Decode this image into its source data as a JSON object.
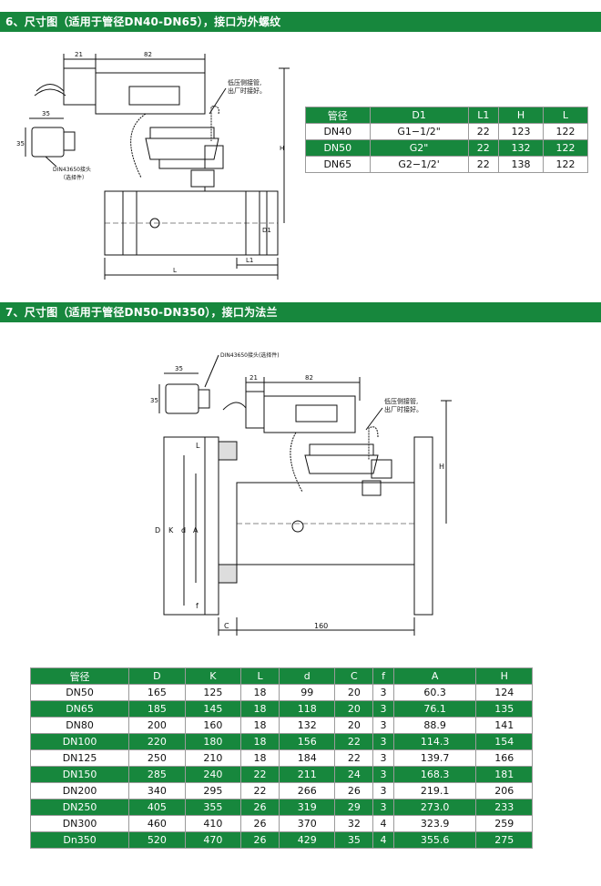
{
  "section1": {
    "title": "6、尺寸图（适用于管径DN40-DN65），接口为外螺纹",
    "drawing": {
      "dim_top_left": "21",
      "dim_top_right": "82",
      "dim_connector_width": "35",
      "dim_connector_height": "35",
      "connector_label_1": "DIN43650接头",
      "connector_label_2": "（选择件）",
      "note_1": "低压侧接管,",
      "note_2": "出厂时接好。",
      "dim_H": "H",
      "dim_D1": "D1",
      "dim_L1": "L1",
      "dim_L": "L"
    },
    "table": {
      "headers": [
        "管径",
        "D1",
        "L1",
        "H",
        "L"
      ],
      "rows": [
        [
          "DN40",
          "G1−1/2\"",
          "22",
          "123",
          "122"
        ],
        [
          "DN50",
          "G2\"",
          "22",
          "132",
          "122"
        ],
        [
          "DN65",
          "G2−1/2'",
          "22",
          "138",
          "122"
        ]
      ]
    }
  },
  "section2": {
    "title": "7、尺寸图（适用于管径DN50-DN350），接口为法兰",
    "drawing": {
      "connector_label": "DIN43650接头(选择件)",
      "dim_connector_width": "35",
      "dim_connector_height": "35",
      "dim_top_left": "21",
      "dim_top_right": "82",
      "note_1": "低压侧接管,",
      "note_2": "出厂时接好。",
      "dim_L": "L",
      "dim_D": "D",
      "dim_K": "K",
      "dim_d": "d",
      "dim_A": "A",
      "dim_f": "f",
      "dim_C": "C",
      "dim_H": "H",
      "dim_length": "160"
    },
    "table": {
      "headers": [
        "管径",
        "D",
        "K",
        "L",
        "d",
        "C",
        "f",
        "A",
        "H"
      ],
      "rows": [
        [
          "DN50",
          "165",
          "125",
          "18",
          "99",
          "20",
          "3",
          "60.3",
          "124"
        ],
        [
          "DN65",
          "185",
          "145",
          "18",
          "118",
          "20",
          "3",
          "76.1",
          "135"
        ],
        [
          "DN80",
          "200",
          "160",
          "18",
          "132",
          "20",
          "3",
          "88.9",
          "141"
        ],
        [
          "DN100",
          "220",
          "180",
          "18",
          "156",
          "22",
          "3",
          "114.3",
          "154"
        ],
        [
          "DN125",
          "250",
          "210",
          "18",
          "184",
          "22",
          "3",
          "139.7",
          "166"
        ],
        [
          "DN150",
          "285",
          "240",
          "22",
          "211",
          "24",
          "3",
          "168.3",
          "181"
        ],
        [
          "DN200",
          "340",
          "295",
          "22",
          "266",
          "26",
          "3",
          "219.1",
          "206"
        ],
        [
          "DN250",
          "405",
          "355",
          "26",
          "319",
          "29",
          "3",
          "273.0",
          "233"
        ],
        [
          "DN300",
          "460",
          "410",
          "26",
          "370",
          "32",
          "4",
          "323.9",
          "259"
        ],
        [
          "Dn350",
          "520",
          "470",
          "26",
          "429",
          "35",
          "4",
          "355.6",
          "275"
        ]
      ]
    }
  },
  "colors": {
    "accent_green": "#17873d",
    "background": "#ffffff",
    "line": "#111111"
  }
}
